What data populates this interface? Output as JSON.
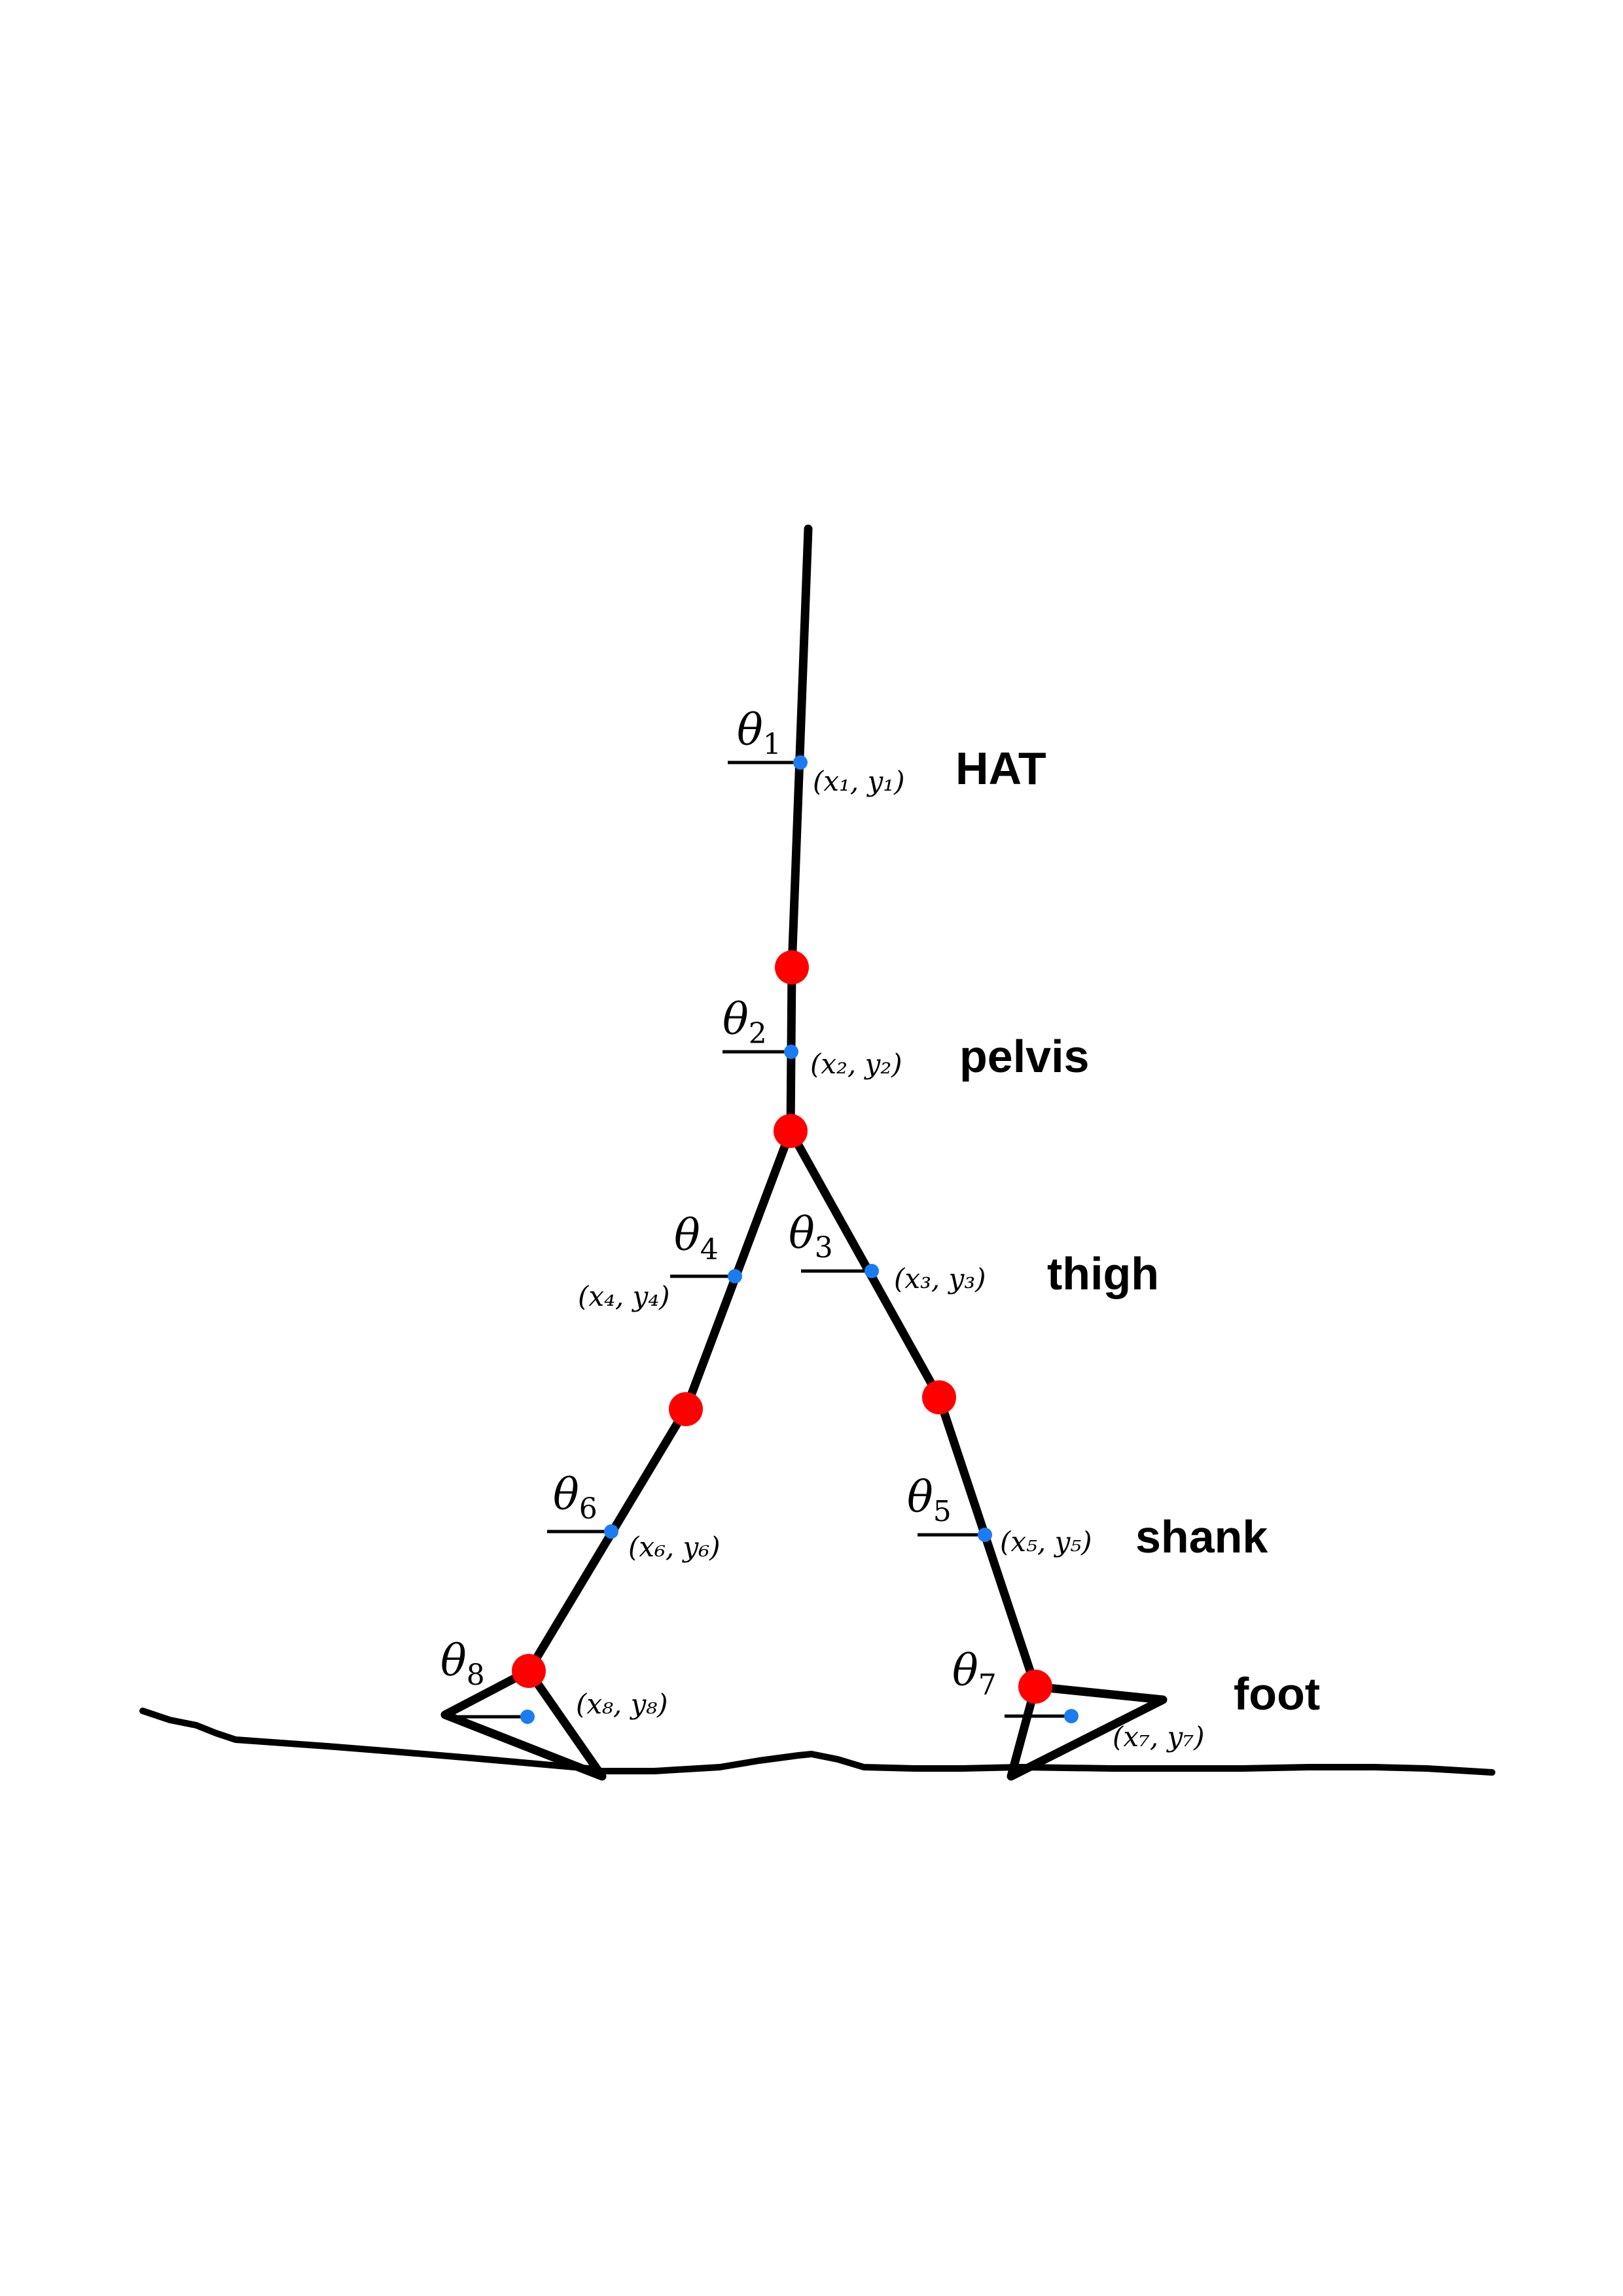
{
  "diagram": {
    "segments": [
      {
        "id": "hat",
        "label": "HAT",
        "theta_symbol": "θ",
        "theta_sub": "1",
        "coord": "(x₁, y₁)"
      },
      {
        "id": "pelvis",
        "label": "pelvis",
        "theta_symbol": "θ",
        "theta_sub": "2",
        "coord": "(x₂, y₂)"
      },
      {
        "id": "thigh-right",
        "label": "thigh",
        "theta_symbol": "θ",
        "theta_sub": "3",
        "coord": "(x₃, y₃)"
      },
      {
        "id": "thigh-left",
        "theta_symbol": "θ",
        "theta_sub": "4",
        "coord": "(x₄, y₄)"
      },
      {
        "id": "shank-right",
        "label": "shank",
        "theta_symbol": "θ",
        "theta_sub": "5",
        "coord": "(x₅, y₅)"
      },
      {
        "id": "shank-left",
        "theta_symbol": "θ",
        "theta_sub": "6",
        "coord": "(x₆, y₆)"
      },
      {
        "id": "foot-right",
        "label": "foot",
        "theta_symbol": "θ",
        "theta_sub": "7",
        "coord": "(x₇, y₇)"
      },
      {
        "id": "foot-left",
        "theta_symbol": "θ",
        "theta_sub": "8",
        "coord": "(x₈, y₈)"
      }
    ],
    "colors": {
      "segment": "#000000",
      "joint": "#ff0000",
      "center_of_mass": "#1a7cf0"
    }
  }
}
